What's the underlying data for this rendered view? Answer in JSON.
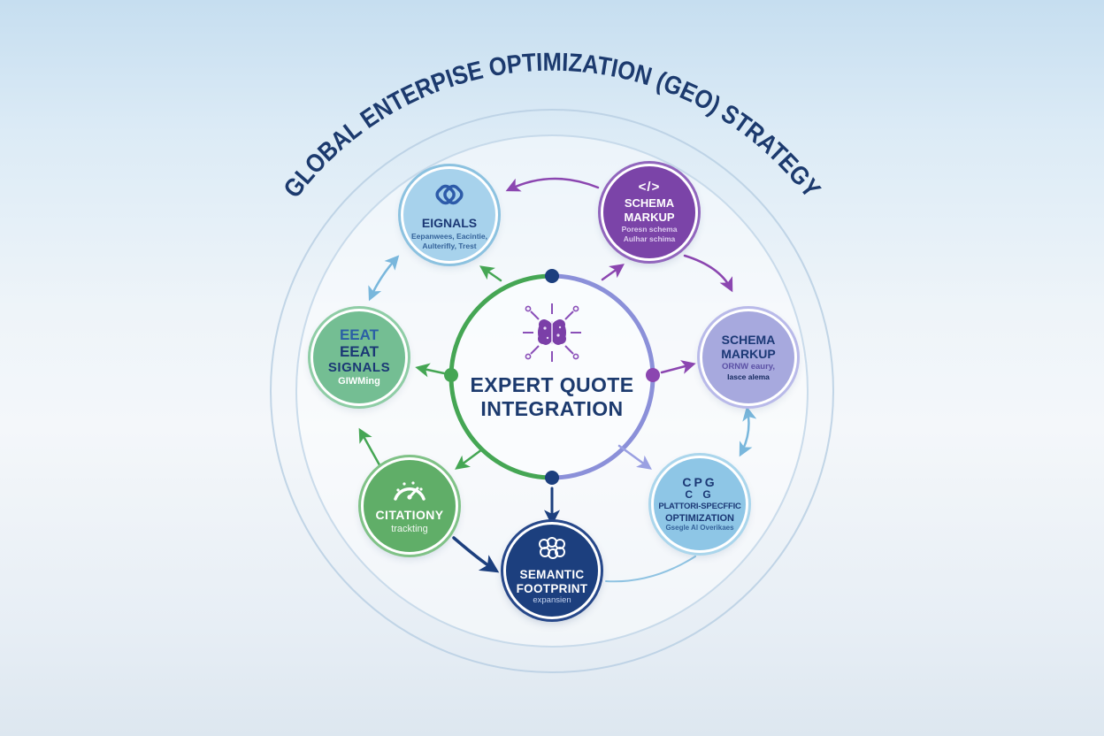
{
  "title": "GLOBAL ENTERPISE OPTIMIZATION (GEO) STRATEGY",
  "center": {
    "icon": "ai-brain-icon",
    "line1": "EXPERT QUOTE",
    "line2": "INTEGRATION"
  },
  "nodes": {
    "signals": {
      "icon": "knot-icon",
      "title": "EIGNALS",
      "sub1": "Eepanwees, Eacintie,",
      "sub2": "Aulterifly, Trest",
      "color": "#a7d2ec"
    },
    "schema_top": {
      "icon": "code-icon",
      "code_glyph": "</>",
      "title1": "SCHEMA",
      "title2": "MARKUP",
      "sub1": "Poresn schema",
      "sub2": "Aulhar schima",
      "color": "#7b44a8"
    },
    "schema_right": {
      "title1": "SCHEMA",
      "title2": "MARKUP",
      "sub1": "ORNW eaury,",
      "sub2": "Iasce alema",
      "color": "#a7a9de"
    },
    "platform": {
      "icon": "cpg-letters-icon",
      "icon_line1": "CPG",
      "icon_line2": "C G",
      "title1": "PLATTORI-SPECFFIC",
      "title2": "OPTIMIZATION",
      "sub": "Gsegle Al Overikaes",
      "color": "#8ec6e6"
    },
    "semantic": {
      "icon": "brain-outline-icon",
      "title1": "SEMANTIC",
      "title2": "FOOTPRINT",
      "sub": "expansien",
      "color": "#1c3f7e"
    },
    "citation": {
      "icon": "gauge-icon",
      "title": "CITATIONY",
      "sub": "trackting",
      "color": "#60ae68"
    },
    "eeat": {
      "line1": "EEAT",
      "line2": "EEAT",
      "line3": "SIGNALS",
      "line4": "GIWMing",
      "color": "#74be93"
    }
  },
  "colors": {
    "ring_green": "#45a654",
    "ring_periwinkle": "#8b90d9",
    "arrow_purple": "#8b46b0",
    "arrow_navy": "#1c3f7e",
    "arrow_light_blue": "#79b7dc",
    "title_text": "#1c3a6e",
    "outer_circle": "#b9cfe3"
  }
}
